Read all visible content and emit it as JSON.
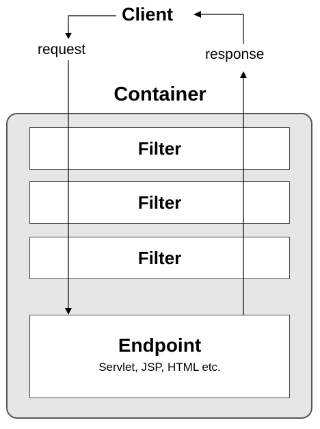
{
  "diagram": {
    "client": "Client",
    "request": "request",
    "response": "response",
    "container": "Container",
    "filters": [
      "Filter",
      "Filter",
      "Filter"
    ],
    "endpoint": {
      "title": "Endpoint",
      "subtitle": "Servlet, JSP, HTML etc."
    }
  },
  "colors": {
    "container_fill": "#e6e6e6",
    "box_fill": "#ffffff",
    "stroke": "#444444"
  }
}
